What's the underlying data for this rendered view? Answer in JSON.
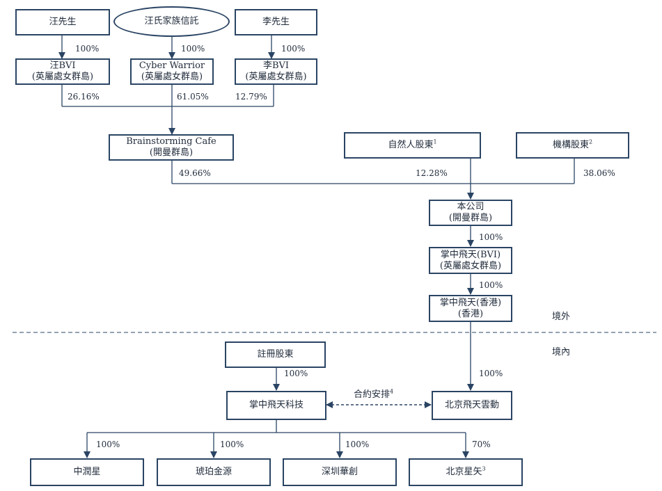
{
  "nodes": {
    "mr_wang": {
      "line1": "汪先生"
    },
    "wang_trust": {
      "line1": "汪氏家族信託"
    },
    "mr_li": {
      "line1": "李先生"
    },
    "wang_bvi": {
      "line1": "汪BVI",
      "line2": "(英屬處女群島)"
    },
    "cyber_warrior": {
      "line1": "Cyber Warrior",
      "line2": "(英屬處女群島)"
    },
    "li_bvi": {
      "line1": "李BVI",
      "line2": "(英屬處女群島)"
    },
    "brainstorming": {
      "line1": "Brainstorming Cafe",
      "line2": "(開曼群島)"
    },
    "natural_persons": {
      "line1": "自然人股東",
      "sup": "1"
    },
    "institutional": {
      "line1": "機構股東",
      "sup": "2"
    },
    "company": {
      "line1": "本公司",
      "line2": "(開曼群島)"
    },
    "feitian_bvi": {
      "line1": "掌中飛天(BVI)",
      "line2": "(英屬處女群島)"
    },
    "feitian_hk": {
      "line1": "掌中飛天(香港)",
      "line2": "(香港)"
    },
    "registered_holders": {
      "line1": "註冊股東"
    },
    "feitian_tech": {
      "line1": "掌中飛天科技"
    },
    "beijing_feitian": {
      "line1": "北京飛天雲動"
    },
    "zhongrunxing": {
      "line1": "中潤星"
    },
    "hupo_jinyuan": {
      "line1": "琥珀金源"
    },
    "shenzhen_huachuang": {
      "line1": "深圳華創"
    },
    "beijing_xingshi": {
      "line1": "北京星矢",
      "sup": "3"
    }
  },
  "percentages": {
    "wang_to_bvi": "100%",
    "trust_to_cyber": "100%",
    "li_to_bvi": "100%",
    "wang_bvi_share": "26.16%",
    "cyber_share": "61.05%",
    "li_bvi_share": "12.79%",
    "brainstorming_share": "49.66%",
    "natural_share": "12.28%",
    "institutional_share": "38.06%",
    "company_to_bvi": "100%",
    "bvi_to_hk": "100%",
    "hk_to_beijing": "100%",
    "registered_to_tech": "100%",
    "tech_to_zhongrunxing": "100%",
    "tech_to_hupo": "100%",
    "tech_to_shenzhen": "100%",
    "tech_to_xingshi": "70%"
  },
  "contract": {
    "label": "合約安排",
    "sup": "4"
  },
  "regions": {
    "offshore": "境外",
    "onshore": "境內"
  },
  "colors": {
    "line": "#2a4463",
    "box_border": "#2a4463",
    "text": "#1f2a3a"
  }
}
